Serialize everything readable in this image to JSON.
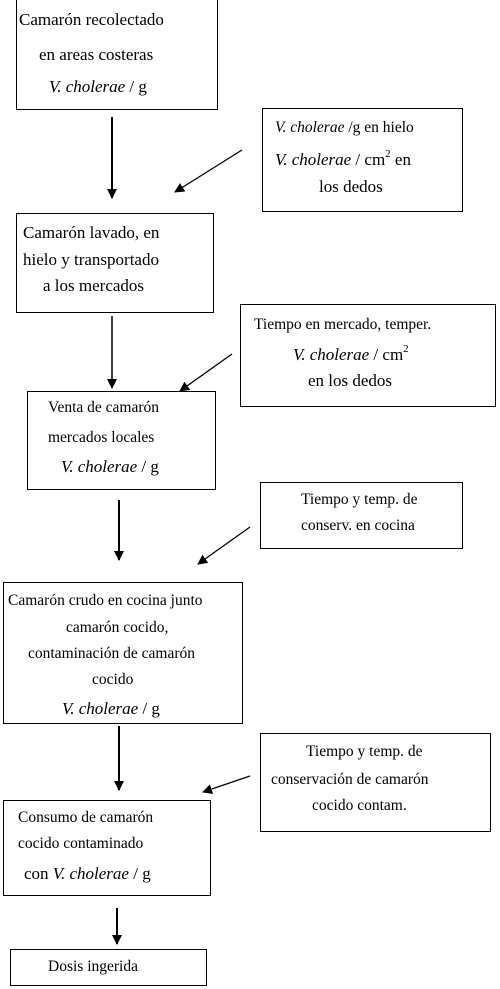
{
  "steps": [
    {
      "line1": "Camarón recolectado",
      "line2": "en areas costeras",
      "line3_italic": "V. cholerae",
      "line3_rest": " / g"
    },
    {
      "line1": "Camarón lavado, en",
      "line2": "hielo y transportado",
      "line3": "a los mercados"
    },
    {
      "line1": "Venta de camarón",
      "line2": "mercados locales",
      "line3_italic": "V. cholerae",
      "line3_rest": " / g"
    },
    {
      "line1": "Camarón crudo en cocina junto",
      "line2": "camarón cocido,",
      "line3": "contaminación de camarón",
      "line4": "cocido",
      "line5_italic": "V. cholerae",
      "line5_rest": " / g"
    },
    {
      "line1": "Consumo de camarón",
      "line2": "cocido contaminado",
      "line3_pre": "con ",
      "line3_italic": "V. cholerae",
      "line3_rest": " / g"
    },
    {
      "line1": "Dosis ingerida"
    }
  ],
  "factors": [
    {
      "line1_italic": "V. cholerae",
      "line1_rest": " /g en hielo",
      "line2_italic": "V. cholerae",
      "line2_rest": " / cm",
      "line2_sup": "2",
      "line2_after": " en",
      "line3": "los dedos"
    },
    {
      "line1": "Tiempo en mercado, temper.",
      "line2_italic": "V. cholerae",
      "line2_rest": " / cm",
      "line2_sup": "2",
      "line3": "en los dedos"
    },
    {
      "line1": "Tiempo y temp. de",
      "line2": "conserv. en cocina"
    },
    {
      "line1": "Tiempo y temp. de",
      "line2": "conservación de camarón",
      "line3": "cocido contam."
    }
  ]
}
